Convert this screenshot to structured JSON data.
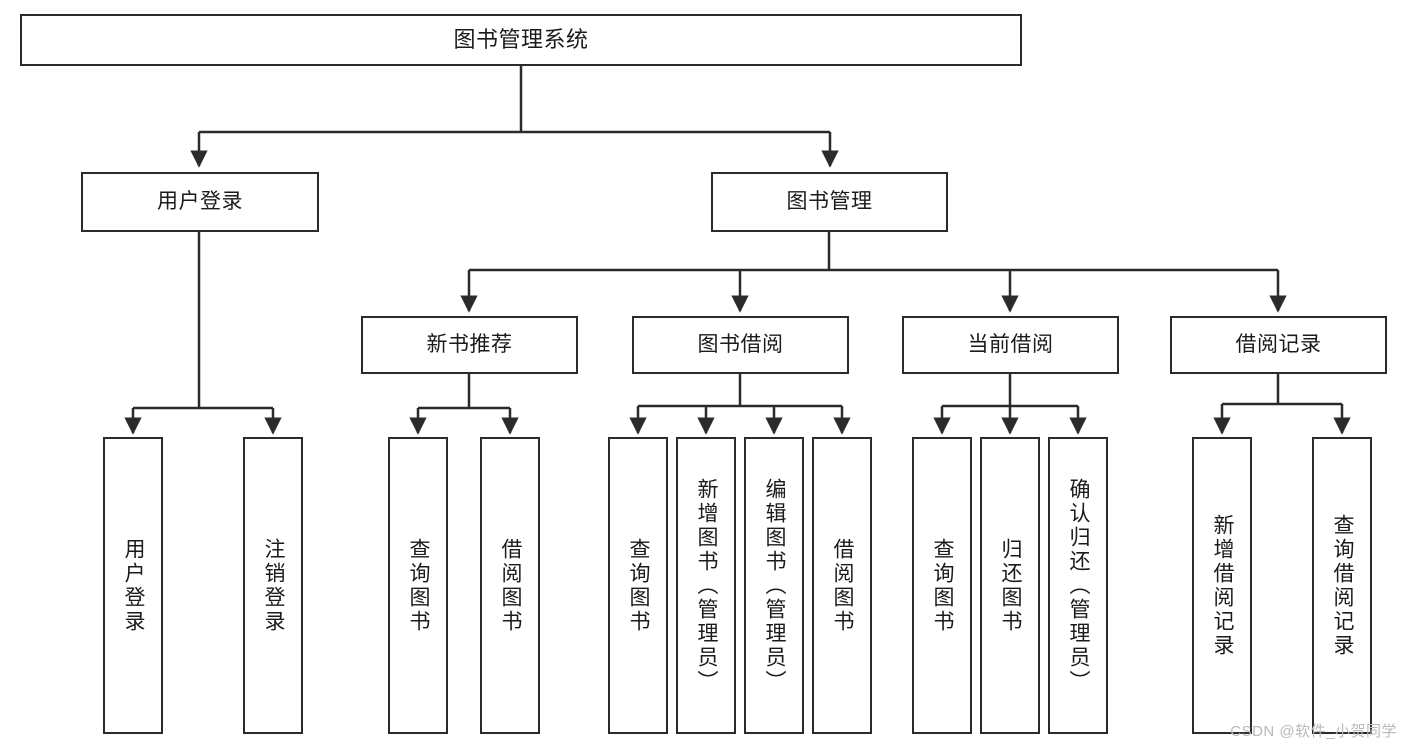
{
  "diagram": {
    "title": "图书管理系统",
    "type": "tree-hierarchy-chart",
    "root": {
      "label": "图书管理系统"
    },
    "level2": [
      {
        "label": "用户登录"
      },
      {
        "label": "图书管理"
      }
    ],
    "level3": [
      {
        "label": "新书推荐"
      },
      {
        "label": "图书借阅"
      },
      {
        "label": "当前借阅"
      },
      {
        "label": "借阅记录"
      }
    ],
    "leaves_user_login": [
      {
        "label": "用户登录"
      },
      {
        "label": "注销登录"
      }
    ],
    "leaves_new_books": [
      {
        "label": "查询图书"
      },
      {
        "label": "借阅图书"
      }
    ],
    "leaves_borrow": [
      {
        "label": "查询图书"
      },
      {
        "label": "新增图书（管理员）"
      },
      {
        "label": "编辑图书（管理员）"
      },
      {
        "label": "借阅图书"
      }
    ],
    "leaves_current": [
      {
        "label": "查询图书"
      },
      {
        "label": "归还图书"
      },
      {
        "label": "确认归还（管理员）"
      }
    ],
    "leaves_records": [
      {
        "label": "新增借阅记录"
      },
      {
        "label": "查询借阅记录"
      }
    ]
  },
  "watermark": {
    "text": "CSDN @软件_小贺同学"
  },
  "colors": {
    "stroke": "#2b2b2b",
    "background": "#ffffff",
    "text": "#1b1b1b",
    "watermark": "#b9b9b9"
  }
}
